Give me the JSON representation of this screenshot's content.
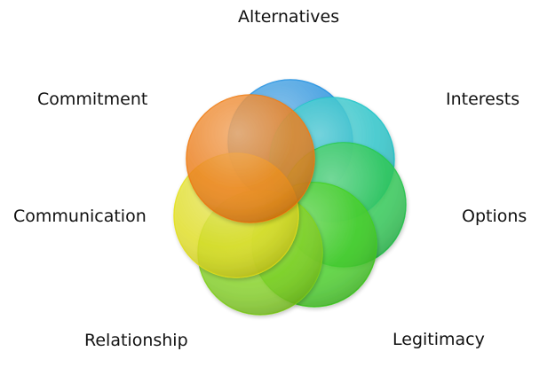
{
  "diagram": {
    "labels": {
      "alternatives": "Alternatives",
      "interests": "Interests",
      "options": "Options",
      "legitimacy": "Legitimacy",
      "relationship": "Relationship",
      "communication": "Communication",
      "commitment": "Commitment"
    },
    "circles": [
      {
        "id": "alternatives",
        "color": "#1f8fe0"
      },
      {
        "id": "interests",
        "color": "#1ec3c8"
      },
      {
        "id": "options",
        "color": "#22c84a"
      },
      {
        "id": "legitimacy",
        "color": "#3fcf1e"
      },
      {
        "id": "relationship",
        "color": "#7fd21a"
      },
      {
        "id": "communication",
        "color": "#e3e01a"
      },
      {
        "id": "commitment",
        "color": "#f07a10"
      }
    ]
  }
}
